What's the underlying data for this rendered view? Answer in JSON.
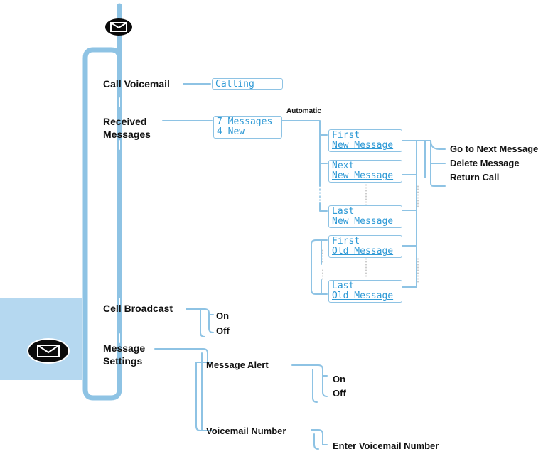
{
  "accent_color": "#8ec3e4",
  "screen_text_color": "#2f9ad6",
  "panel_color": "#b5d8f0",
  "icons": {
    "top": "envelope-icon",
    "side": "envelope-icon"
  },
  "menu": {
    "call_voicemail": "Call Voicemail",
    "received_messages_1": "Received",
    "received_messages_2": "Messages",
    "cell_broadcast": "Cell Broadcast",
    "message_settings_1": "Message",
    "message_settings_2": "Settings"
  },
  "screens": {
    "calling": "Calling",
    "messages_line1": "7 Messages",
    "messages_line2": "4 New",
    "first_new_1": "First",
    "first_new_2": "New Message",
    "next_new_1": "Next",
    "next_new_2": "New Message",
    "last_new_1": "Last",
    "last_new_2": "New Message",
    "first_old_1": "First",
    "first_old_2": "Old Message",
    "last_old_1": "Last",
    "last_old_2": "Old Message"
  },
  "automatic_label": "Automatic",
  "message_options": [
    "Go to Next Message",
    "Delete Message",
    "Return Call"
  ],
  "cell_broadcast_options": [
    "On",
    "Off"
  ],
  "settings_options": {
    "message_alert": "Message Alert",
    "alert_options": [
      "On",
      "Off"
    ],
    "voicemail_number": "Voicemail Number",
    "enter_voicemail_number": "Enter Voicemail Number"
  }
}
